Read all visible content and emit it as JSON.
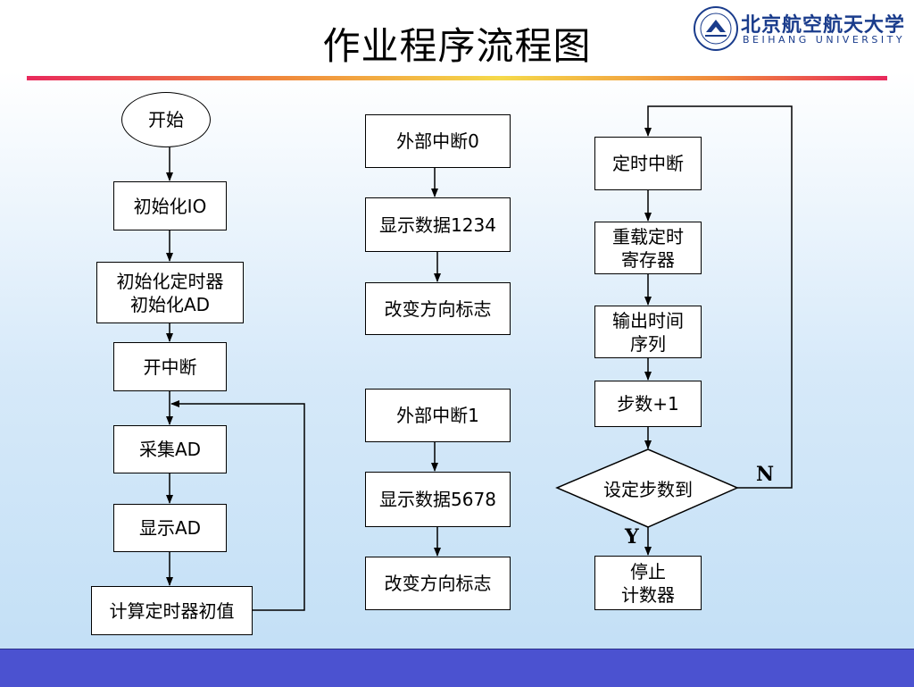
{
  "header": {
    "title": "作业程序流程图",
    "logo_cn": "北京航空航天大学",
    "logo_en": "BEIHANG UNIVERSITY"
  },
  "main_flow": {
    "start": "开始",
    "init_io": "初始化IO",
    "init_timer_ad": "初始化定时器\n初始化AD",
    "enable_interrupt": "开中断",
    "sample_ad": "采集AD",
    "display_ad": "显示AD",
    "calc_timer": "计算定时器初值"
  },
  "ext_int0_flow": {
    "title": "外部中断0",
    "display": "显示数据1234",
    "change_dir": "改变方向标志"
  },
  "ext_int1_flow": {
    "title": "外部中断1",
    "display": "显示数据5678",
    "change_dir": "改变方向标志"
  },
  "timer_flow": {
    "title": "定时中断",
    "reload": "重载定时\n寄存器",
    "output": "输出时间\n序列",
    "step_inc": "步数+1",
    "decision": "设定步数到",
    "no_label": "N",
    "yes_label": "Y",
    "stop": "停止\n计数器"
  },
  "colors": {
    "bottom_bar": "#4b52d0",
    "rule_left": "#e8295c",
    "rule_mid": "#f5d94a",
    "logo": "#1a3c8c"
  }
}
